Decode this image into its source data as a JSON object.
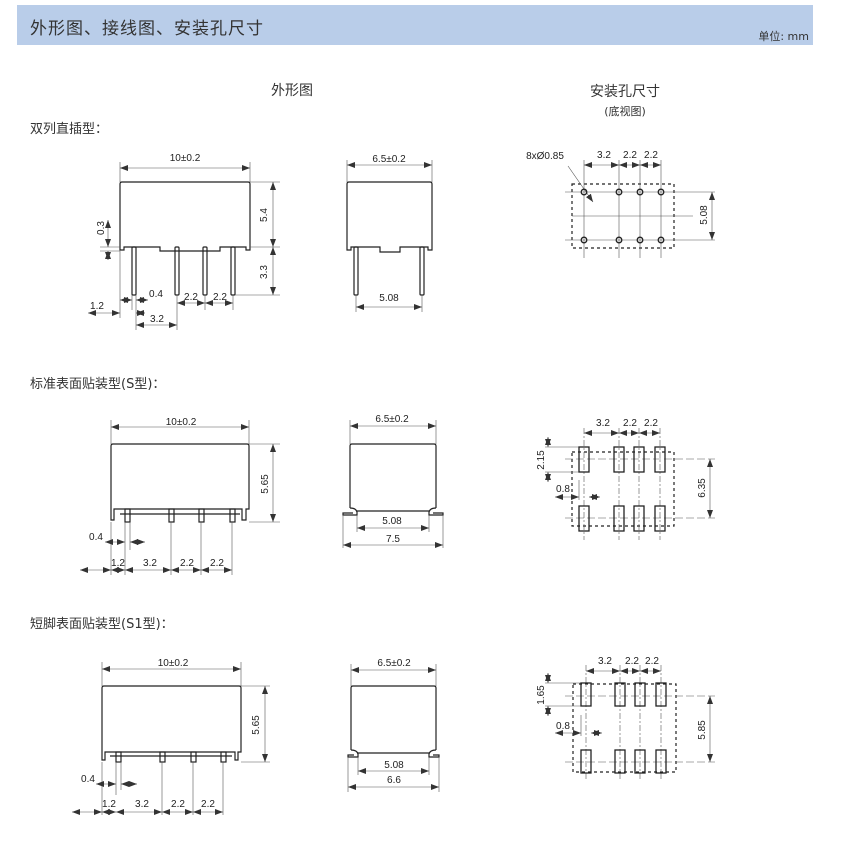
{
  "header": {
    "title": "外形图、接线图、安装孔尺寸",
    "unit": "单位: mm",
    "band_color": "#b9cde9"
  },
  "columns": {
    "outline": "外形图",
    "mounting": "安装孔尺寸",
    "mounting_note": "(底视图)"
  },
  "sections": [
    {
      "title": "双列直插型：",
      "front": {
        "width": "10±0.2",
        "height": "5.4",
        "pin_length": "3.3",
        "standoff": "0.3",
        "pin_width": "0.4",
        "edge": "1.2",
        "pitch1": "3.2",
        "pitch2": "2.2",
        "pitch3": "2.2"
      },
      "side": {
        "width": "6.5±0.2",
        "row_spacing": "5.08"
      },
      "holes": {
        "note": "8xØ0.85",
        "pitch1": "3.2",
        "pitch2": "2.2",
        "pitch3": "2.2",
        "row_spacing": "5.08"
      }
    },
    {
      "title": "标准表面贴装型(S型)：",
      "front": {
        "width": "10±0.2",
        "height": "5.65",
        "pin_width": "0.4",
        "edge": "1.2",
        "pitch1": "3.2",
        "pitch2": "2.2",
        "pitch3": "2.2"
      },
      "side": {
        "width": "6.5±0.2",
        "row_spacing": "5.08",
        "overall": "7.5"
      },
      "pads": {
        "pad_length": "2.15",
        "pad_width": "0.8",
        "pitch1": "3.2",
        "pitch2": "2.2",
        "pitch3": "2.2",
        "row_spacing": "6.35"
      }
    },
    {
      "title": "短脚表面贴装型(S1型)：",
      "front": {
        "width": "10±0.2",
        "height": "5.65",
        "pin_width": "0.4",
        "edge": "1.2",
        "pitch1": "3.2",
        "pitch2": "2.2",
        "pitch3": "2.2"
      },
      "side": {
        "width": "6.5±0.2",
        "row_spacing": "5.08",
        "overall": "6.6"
      },
      "pads": {
        "pad_length": "1.65",
        "pad_width": "0.8",
        "pitch1": "3.2",
        "pitch2": "2.2",
        "pitch3": "2.2",
        "row_spacing": "5.85"
      }
    }
  ]
}
